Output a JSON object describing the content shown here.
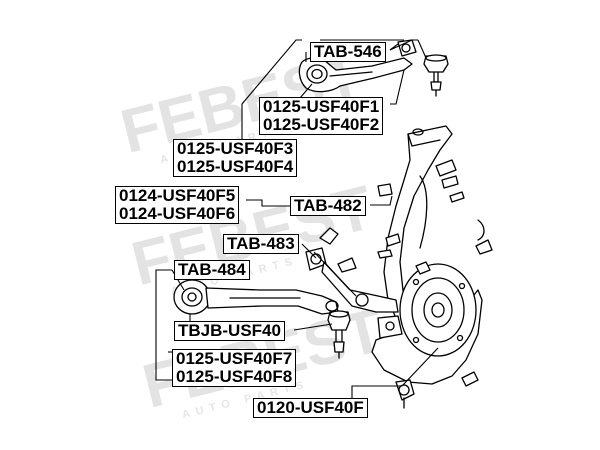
{
  "watermark": {
    "brand": "FEBEST",
    "sub": "AUTO PARTS"
  },
  "labels": {
    "tab_546": "TAB-546",
    "usf40f1": "0125-USF40F1",
    "usf40f2": "0125-USF40F2",
    "usf40f3": "0125-USF40F3",
    "usf40f4": "0125-USF40F4",
    "usf40f5": "0124-USF40F5",
    "usf40f6": "0124-USF40F6",
    "tab_482": "TAB-482",
    "tab_483": "TAB-483",
    "tab_484": "TAB-484",
    "tbjb": "TBJB-USF40",
    "usf40f7": "0125-USF40F7",
    "usf40f8": "0125-USF40F8",
    "usf40f": "0120-USF40F"
  }
}
